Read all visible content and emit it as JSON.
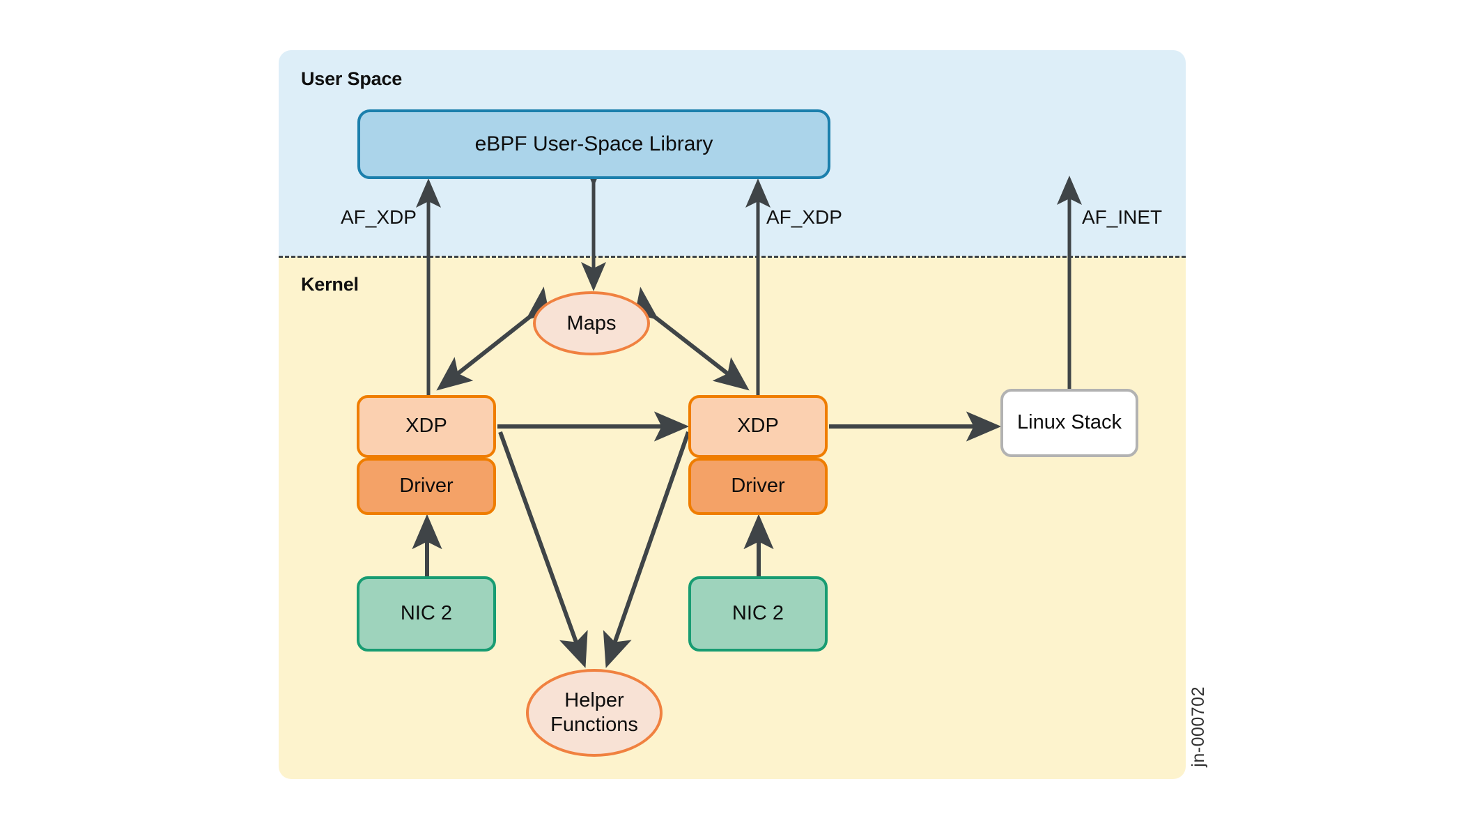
{
  "diagram": {
    "zones": [
      {
        "id": "user-space",
        "label": "User Space",
        "background": "#ddeef8"
      },
      {
        "id": "kernel",
        "label": "Kernel",
        "background": "#fdf3cd"
      }
    ],
    "nodes": [
      {
        "id": "ebpf-library",
        "label": "eBPF User-Space Library",
        "shape": "rounded-rect",
        "zone": "user-space",
        "fill": "#abd4ea",
        "stroke": "#1b7fac"
      },
      {
        "id": "maps",
        "label": "Maps",
        "shape": "ellipse",
        "zone": "kernel",
        "fill": "#f8e2d5",
        "stroke": "#f08140"
      },
      {
        "id": "xdp-left",
        "label": "XDP",
        "shape": "rounded-rect",
        "zone": "kernel",
        "fill": "#fbd0b0",
        "stroke": "#ef7d00"
      },
      {
        "id": "driver-left",
        "label": "Driver",
        "shape": "rounded-rect",
        "zone": "kernel",
        "fill": "#f4a267",
        "stroke": "#ef7d00"
      },
      {
        "id": "nic-left",
        "label": "NIC 2",
        "shape": "rounded-rect",
        "zone": "kernel",
        "fill": "#9ed3bc",
        "stroke": "#189c72"
      },
      {
        "id": "xdp-right",
        "label": "XDP",
        "shape": "rounded-rect",
        "zone": "kernel",
        "fill": "#fbd0b0",
        "stroke": "#ef7d00"
      },
      {
        "id": "driver-right",
        "label": "Driver",
        "shape": "rounded-rect",
        "zone": "kernel",
        "fill": "#f4a267",
        "stroke": "#ef7d00"
      },
      {
        "id": "nic-right",
        "label": "NIC 2",
        "shape": "rounded-rect",
        "zone": "kernel",
        "fill": "#9ed3bc",
        "stroke": "#189c72"
      },
      {
        "id": "helper-functions",
        "label": "Helper\nFunctions",
        "label_line1": "Helper",
        "label_line2": "Functions",
        "shape": "ellipse",
        "zone": "kernel",
        "fill": "#f8e2d5",
        "stroke": "#f08140"
      },
      {
        "id": "linux-stack",
        "label": "Linux Stack",
        "shape": "rounded-rect",
        "zone": "kernel",
        "fill": "#ffffff",
        "stroke": "#b2b2b2"
      }
    ],
    "edge_labels": [
      {
        "id": "af-xdp-left",
        "text": "AF_XDP"
      },
      {
        "id": "af-xdp-right",
        "text": "AF_XDP"
      },
      {
        "id": "af-inet",
        "text": "AF_INET"
      }
    ],
    "edges": [
      {
        "from": "xdp-left",
        "to": "ebpf-library",
        "label": "AF_XDP",
        "direction": "one-way"
      },
      {
        "from": "ebpf-library",
        "to": "maps",
        "label": "",
        "direction": "two-way"
      },
      {
        "from": "xdp-right",
        "to": "ebpf-library",
        "label": "AF_XDP",
        "direction": "one-way"
      },
      {
        "from": "linux-stack",
        "to": "user-space",
        "label": "AF_INET",
        "direction": "one-way"
      },
      {
        "from": "maps",
        "to": "xdp-left",
        "direction": "two-way"
      },
      {
        "from": "maps",
        "to": "xdp-right",
        "direction": "two-way"
      },
      {
        "from": "xdp-left",
        "to": "xdp-right",
        "direction": "one-way"
      },
      {
        "from": "xdp-right",
        "to": "linux-stack",
        "direction": "one-way"
      },
      {
        "from": "nic-left",
        "to": "driver-left",
        "direction": "one-way"
      },
      {
        "from": "nic-right",
        "to": "driver-right",
        "direction": "one-way"
      },
      {
        "from": "xdp-left",
        "to": "helper-functions",
        "direction": "one-way"
      },
      {
        "from": "xdp-right",
        "to": "helper-functions",
        "direction": "one-way"
      }
    ],
    "caption": {
      "id": "doc-id",
      "text": "jn-000702"
    },
    "arrow_color": "#3f4447"
  }
}
